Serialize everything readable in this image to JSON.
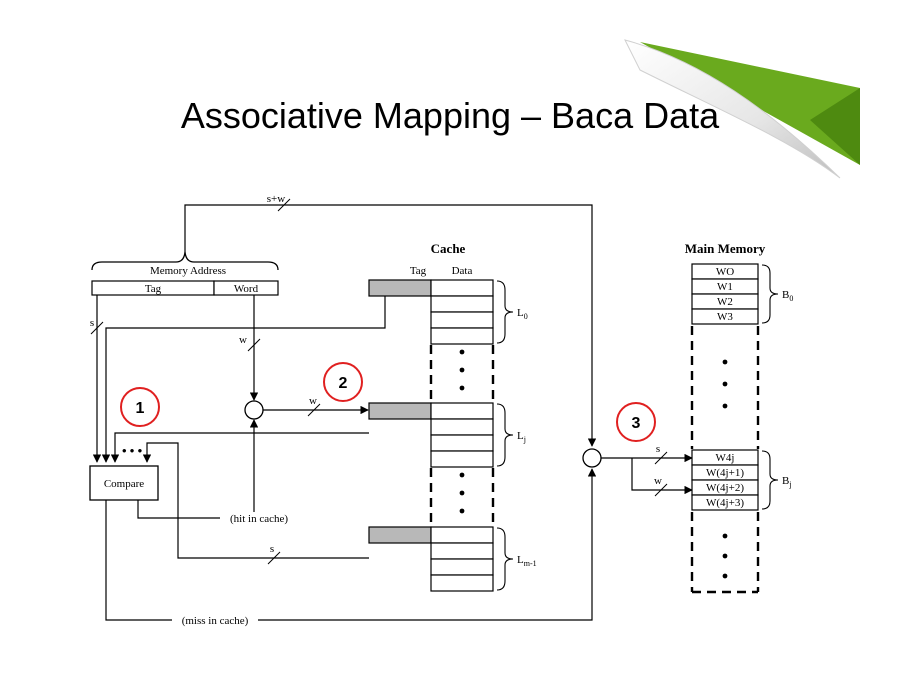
{
  "slide": {
    "title": "Associative Mapping – Baca Data"
  },
  "diagram": {
    "memory_address_label": "Memory Address",
    "address_fields": [
      "Tag",
      "Word"
    ],
    "s_plus_w_label": "s+w",
    "s_label": "s",
    "w_label": "w",
    "compare_label": "Compare",
    "hit_label": "(hit in cache)",
    "miss_label": "(miss in cache)",
    "cache": {
      "title": "Cache",
      "col_tag": "Tag",
      "col_data": "Data",
      "line_labels": [
        {
          "base": "L",
          "sub": "0"
        },
        {
          "base": "L",
          "sub": "j"
        },
        {
          "base": "L",
          "sub": "m-1"
        }
      ]
    },
    "main_memory": {
      "title": "Main Memory",
      "block0_words": [
        "WO",
        "W1",
        "W2",
        "W3"
      ],
      "blockj_words": [
        "W4j",
        "W(4j+1)",
        "W(4j+2)",
        "W(4j+3)"
      ],
      "block_labels": [
        {
          "base": "B",
          "sub": "0"
        },
        {
          "base": "B",
          "sub": "j"
        }
      ]
    },
    "step_badges": [
      "1",
      "2",
      "3"
    ],
    "colors": {
      "badge_ring": "#e02020",
      "tag_fill": "#b8b8b8",
      "accent_green": "#6aaa1e"
    }
  }
}
